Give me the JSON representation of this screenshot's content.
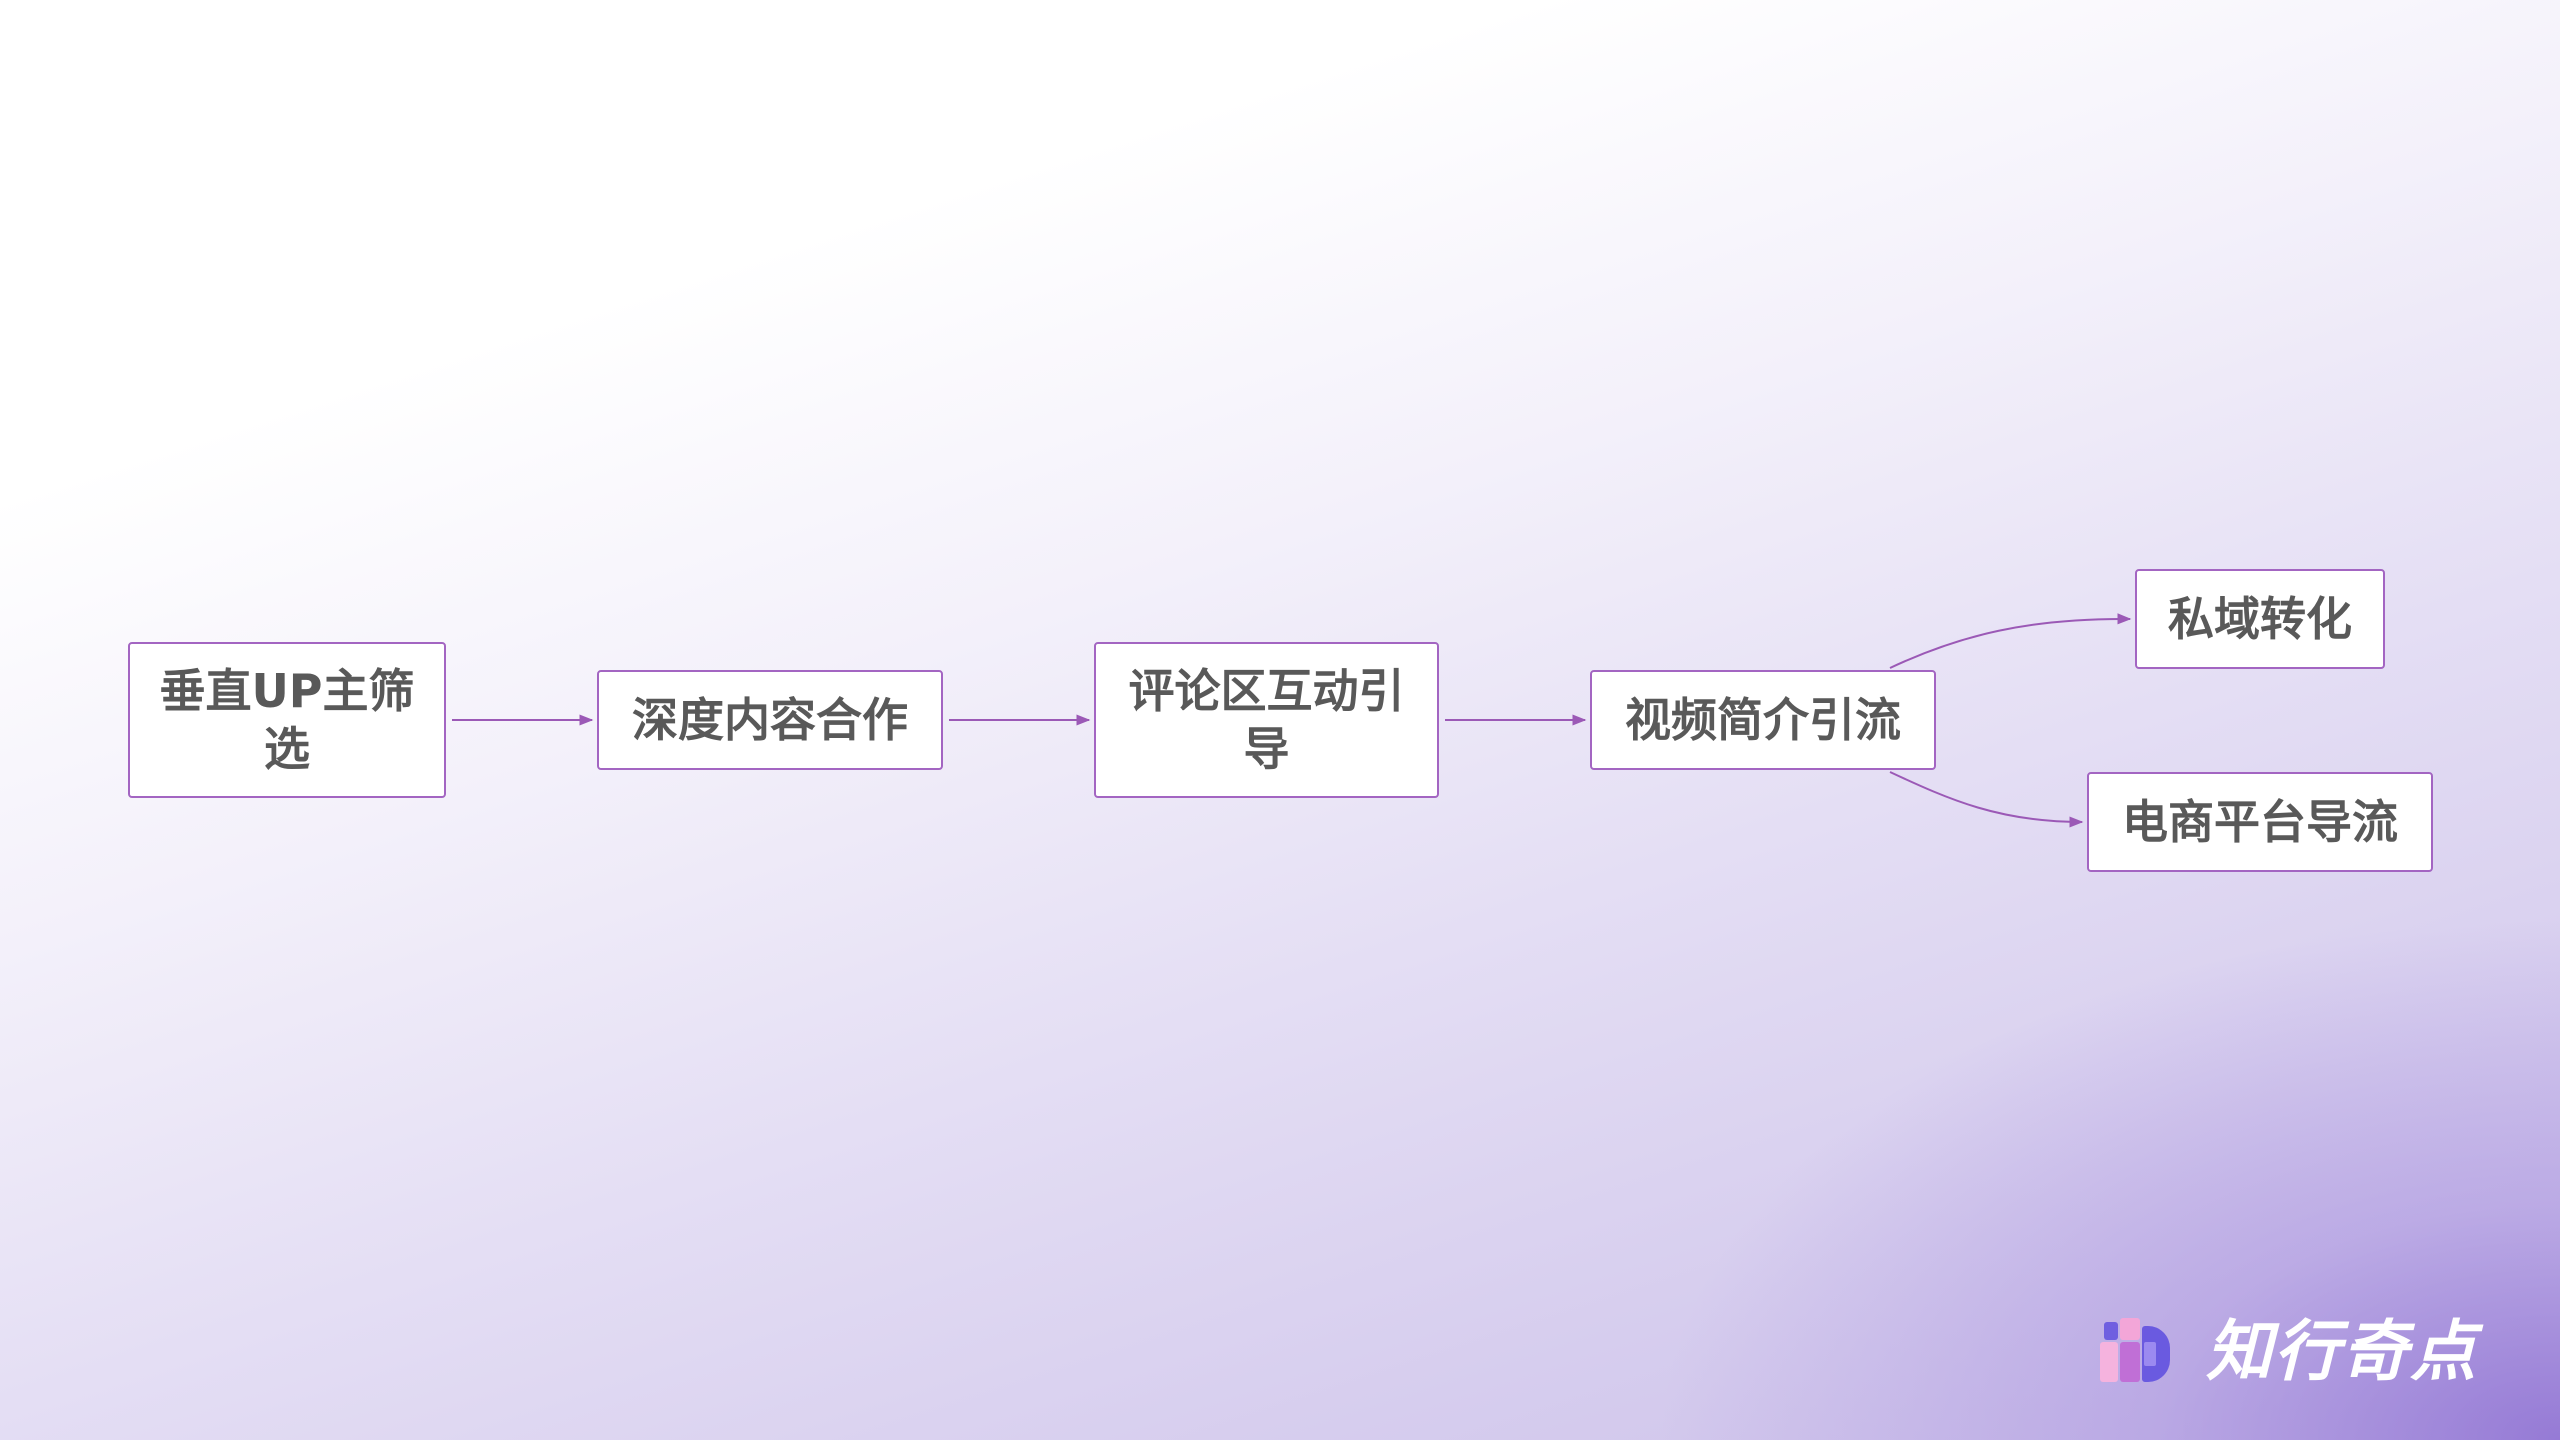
{
  "diagram": {
    "type": "flowchart",
    "nodes": [
      {
        "id": "n1",
        "label": "垂直UP主筛选"
      },
      {
        "id": "n2",
        "label": "深度内容合作"
      },
      {
        "id": "n3",
        "label": "评论区互动引导"
      },
      {
        "id": "n4",
        "label": "视频简介引流"
      },
      {
        "id": "n5",
        "label": "私域转化"
      },
      {
        "id": "n6",
        "label": "电商平台导流"
      }
    ],
    "edges": [
      {
        "from": "n1",
        "to": "n2"
      },
      {
        "from": "n2",
        "to": "n3"
      },
      {
        "from": "n3",
        "to": "n4"
      },
      {
        "from": "n4",
        "to": "n5"
      },
      {
        "from": "n4",
        "to": "n6"
      }
    ],
    "colors": {
      "node_border": "#a365c2",
      "node_text": "#595959",
      "connector": "#9b59b6"
    }
  },
  "brand": {
    "name": "知行奇点",
    "logo_icon": "logo-blocks-icon"
  }
}
